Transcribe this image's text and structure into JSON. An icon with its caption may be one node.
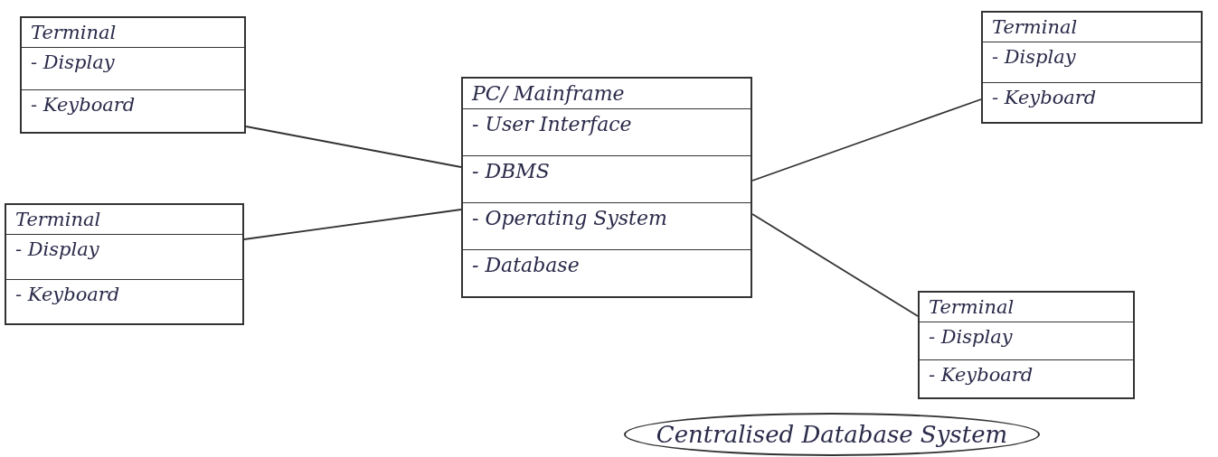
{
  "diagram": {
    "nodes": [
      {
        "text": [
          "Terminal",
          "- Display",
          "- Keyboard"
        ]
      },
      {
        "text": [
          "Terminal",
          "- Display",
          "- Keyboard"
        ]
      },
      {
        "text": [
          "PC/ Mainframe",
          "- User Interface",
          "- DBMS",
          "- Operating System",
          "- Database"
        ]
      },
      {
        "text": [
          "Terminal",
          "- Display",
          "- Keyboard"
        ]
      },
      {
        "text": [
          "Terminal",
          "- Display",
          "- Keyboard"
        ]
      }
    ],
    "caption": "Centralised Database System",
    "edges": [
      {
        "from": 0,
        "to": 2,
        "arrow": "none"
      },
      {
        "from": 1,
        "to": 2,
        "arrow": "none"
      },
      {
        "from": 3,
        "to": 2,
        "arrow": "none"
      },
      {
        "from": 4,
        "to": 2,
        "arrow": "none"
      }
    ]
  }
}
